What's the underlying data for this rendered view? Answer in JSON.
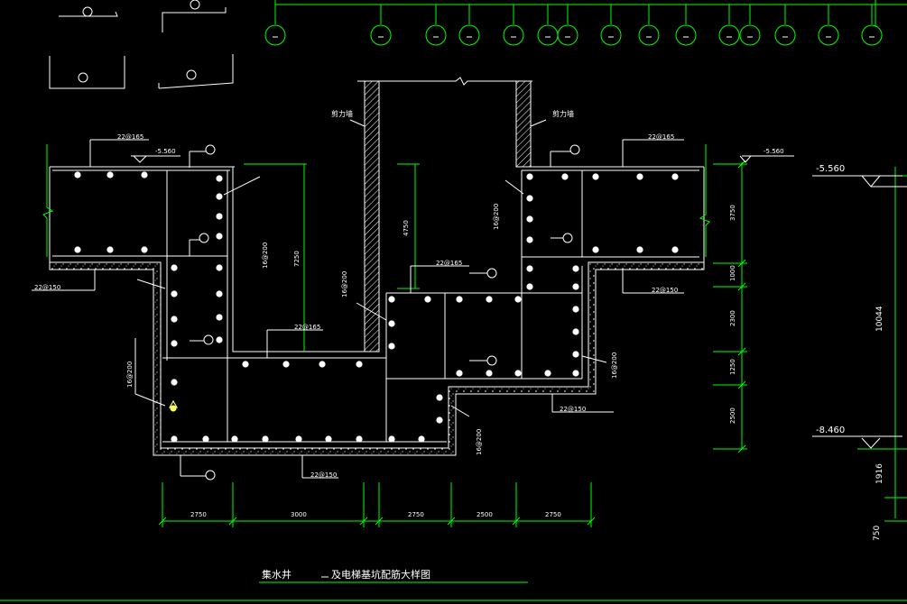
{
  "title": {
    "part1": "集水井",
    "part2": "及电梯基坑配筋大样图"
  },
  "walls": {
    "left_label": "剪力墙",
    "right_label": "剪力墙"
  },
  "rebar_labels": {
    "top_left": "22@165",
    "top_right": "22@165",
    "left_mid": "22@150",
    "center_top": "22@165",
    "center_low": "22@165",
    "right_mid": "22@150",
    "right_low": "22@150",
    "bottom": "22@150",
    "v_left_200": "16@200",
    "v_center_200": "16@200",
    "v_left_low_200": "16@200",
    "v_right_200": "16@200",
    "v_right_low_200": "16@200",
    "v_right_top_200": "16@200"
  },
  "elevations": {
    "left_small": "-5.560",
    "right_small": "-5.560",
    "right_big_top": "-5.560",
    "right_big_bottom": "-8.460"
  },
  "dims": {
    "bottom": [
      "2750",
      "3000",
      "2750",
      "2500",
      "2750"
    ],
    "right": [
      "3750",
      "1000",
      "2300",
      "1250",
      "2500"
    ],
    "big_right": [
      "10044",
      "1916",
      "750"
    ],
    "center_height": "4750",
    "left_height": "7250"
  },
  "colors": {
    "background": "#000000",
    "lines": "#ffffff",
    "dimension": "#00ff00",
    "highlight": "#ffff66"
  }
}
